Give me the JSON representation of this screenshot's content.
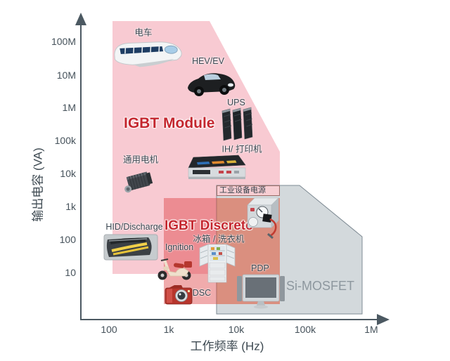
{
  "axes": {
    "x_label": "工作频率 (Hz)",
    "y_label": "输出电容 (VA)",
    "x_ticks": [
      "100",
      "1k",
      "10k",
      "100k",
      "1M"
    ],
    "y_ticks": [
      "100M",
      "10M",
      "1M",
      "100k",
      "10k",
      "1k",
      "100",
      "10"
    ],
    "axis_color": "#4c5962",
    "tick_label_color": "#46525b"
  },
  "regions": {
    "module": {
      "label": "IGBT Module",
      "fill": "#f8cad2",
      "label_color": "#c4262e"
    },
    "discrete": {
      "label": "IGBT Discrete",
      "fill": "rgba(219,55,58,0.42)",
      "label_color": "#c4262e"
    },
    "overlap_tint": {
      "fill": "rgba(232,122,40,0.22)"
    },
    "mosfet": {
      "label": "Si-MOSFET",
      "fill": "#d3d9dc",
      "border": "#7e8a93",
      "label_color": "#8d979e"
    }
  },
  "items": {
    "train": {
      "label": "电车"
    },
    "hev": {
      "label": "HEV/EV"
    },
    "ups": {
      "label": "UPS"
    },
    "ih_printer": {
      "label": "IH/ 打印机"
    },
    "motor": {
      "label": "通用电机"
    },
    "industrial_psu": {
      "label": "工业设备电源"
    },
    "hid": {
      "label": "HID/Discharge"
    },
    "ignition": {
      "label": "Ignition"
    },
    "fridge_washer": {
      "label": "冰箱 / 洗衣机"
    },
    "dsc": {
      "label": "DSC"
    },
    "pdp": {
      "label": "PDP"
    }
  },
  "chart_data": {
    "type": "area",
    "title": "",
    "xlabel": "工作频率 (Hz)",
    "ylabel": "输出电容 (VA)",
    "x_scale": "log",
    "y_scale": "log",
    "x_tick_values_hz": [
      100,
      1000,
      10000,
      100000,
      1000000
    ],
    "y_tick_values_va": [
      10,
      100,
      1000,
      10000,
      100000,
      1000000,
      10000000,
      100000000
    ],
    "grid": false,
    "regions": [
      {
        "name": "IGBT Module",
        "freq_range_hz": [
          110,
          43000
        ],
        "capacity_range_va": [
          9,
          400000000
        ],
        "shape_note": "rectangle with upper-right corner cut diagonally from about (3.5 kHz, 4e8 VA) down to (43 kHz, 4.6e4 VA)"
      },
      {
        "name": "IGBT Discrete",
        "freq_range_hz": [
          830,
          43000
        ],
        "capacity_range_va": [
          1.1,
          1800
        ],
        "shape_note": "semi-transparent red rectangle overlapping IGBT Module and Si-MOSFET regions"
      },
      {
        "name": "Si-MOSFET",
        "freq_range_hz": [
          5100,
          730000
        ],
        "capacity_range_va": [
          0.55,
          4400
        ],
        "shape_note": "rectangle with upper-right corner cut diagonally from about (82 kHz, 4400 VA) down to (730 kHz, 120 VA)"
      }
    ],
    "applications": [
      {
        "label": "电车",
        "region": "IGBT Module",
        "approx_hz": 460,
        "approx_va": 44000000
      },
      {
        "label": "HEV/EV",
        "region": "IGBT Module",
        "approx_hz": 4200,
        "approx_va": 5300000
      },
      {
        "label": "UPS",
        "region": "IGBT Module",
        "approx_hz": 11000,
        "approx_va": 310000
      },
      {
        "label": "IH/ 打印机",
        "region": "IGBT Module",
        "approx_hz": 5000,
        "approx_va": 14000
      },
      {
        "label": "通用电机",
        "region": "IGBT Module",
        "approx_hz": 320,
        "approx_va": 5300
      },
      {
        "label": "工业设备电源",
        "region": "IGBT Discrete / Si-MOSFET",
        "approx_hz": 23000,
        "approx_va": 460
      },
      {
        "label": "HID/Discharge",
        "region": "IGBT Module",
        "approx_hz": 230,
        "approx_va": 58
      },
      {
        "label": "Ignition",
        "region": "IGBT Discrete",
        "approx_hz": 1300,
        "approx_va": 13
      },
      {
        "label": "冰箱 / 洗衣机",
        "region": "IGBT Discrete",
        "approx_hz": 5100,
        "approx_va": 20
      },
      {
        "label": "DSC",
        "region": "IGBT Discrete",
        "approx_hz": 1400,
        "approx_va": 2.2
      },
      {
        "label": "PDP",
        "region": "Si-MOSFET",
        "approx_hz": 23000,
        "approx_va": 3.1
      }
    ],
    "legend_position": "none"
  }
}
